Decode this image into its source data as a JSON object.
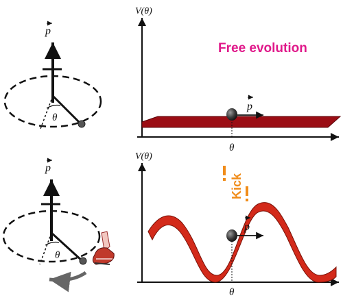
{
  "top_panel": {
    "axis_label": "V(θ)",
    "x_label": "θ",
    "momentum_label": "p",
    "caption": "Free evolution",
    "caption_color": "#e0198a",
    "potential_color": "#9b0d14"
  },
  "bottom_panel": {
    "axis_label": "V(θ)",
    "x_label": "θ",
    "momentum_label": "p",
    "caption": "Kick",
    "caption_color": "#f08c1a",
    "potential_color": "#d32a1a"
  },
  "top_rotor": {
    "momentum_label": "p",
    "angle_label": "θ"
  },
  "bottom_rotor": {
    "momentum_label": "p",
    "angle_label": "θ"
  }
}
